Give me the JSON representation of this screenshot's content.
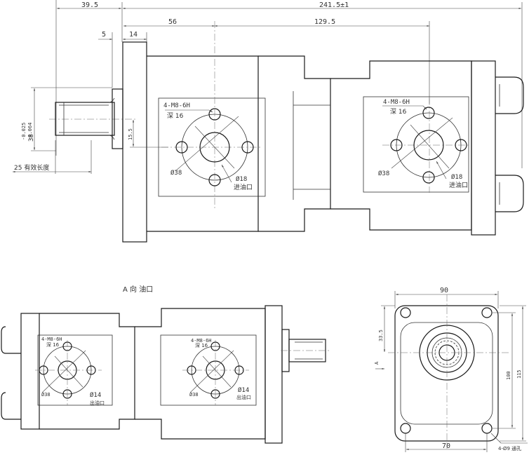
{
  "dimensions": {
    "flange_offset": "39.5",
    "overall_length": "241.5±1",
    "inlet1_pos": "56",
    "inlet_spacing": "129.5",
    "flange_thk": "5",
    "hub_len": "14",
    "shaft_tol_upper": "-0.025",
    "shaft_tol_lower": "-0.064",
    "shaft_dia": "38",
    "key_offset": "15.5",
    "effective_length": "25 有效长度"
  },
  "ports": {
    "thread_note": "4-M8-6H",
    "depth_note": "深 16",
    "pcd": "Ø38",
    "inlet_dia": "Ø18",
    "inlet_label": "进油口",
    "outlet_dia": "Ø14",
    "outlet_label": "出油口"
  },
  "views": {
    "view_a_title": "A 向 油口"
  },
  "flange": {
    "width": "90",
    "top_offset": "33.5",
    "hole_span": "100",
    "height": "115",
    "bottom_span": "70",
    "holes_note": "4-Ø9 通孔",
    "view_marker": "A"
  }
}
